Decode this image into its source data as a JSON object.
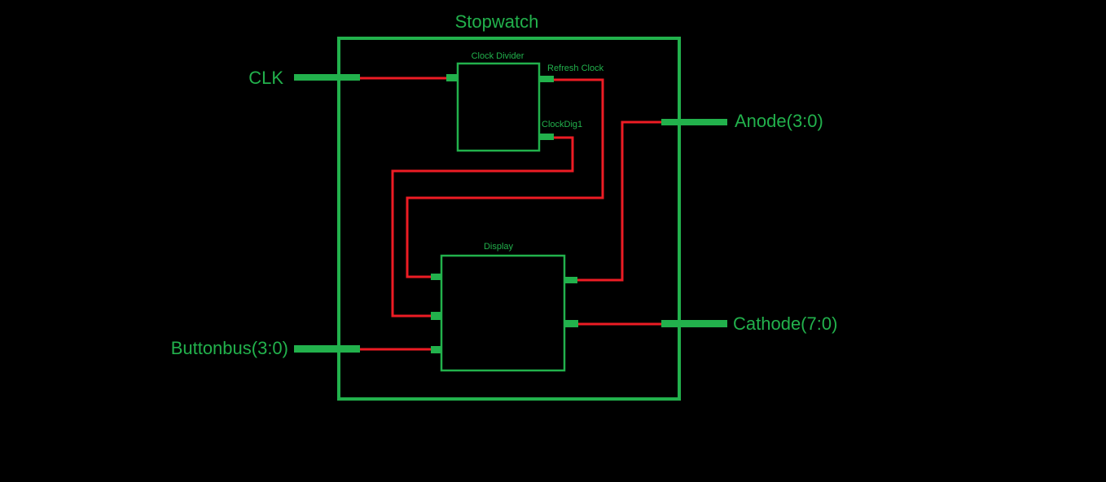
{
  "colors": {
    "background": "#000000",
    "component": "#22b14c",
    "wire": "#ed1c24"
  },
  "top_module": {
    "title": "Stopwatch"
  },
  "blocks": {
    "clock_divider": {
      "title": "Clock Divider",
      "outputs": {
        "refresh": "Refresh Clock",
        "digit": "ClockDig1"
      }
    },
    "display": {
      "title": "Display"
    }
  },
  "ports": {
    "clk": "CLK",
    "buttonbus": "Buttonbus(3:0)",
    "anode": "Anode(3:0)",
    "cathode": "Cathode(7:0)"
  }
}
